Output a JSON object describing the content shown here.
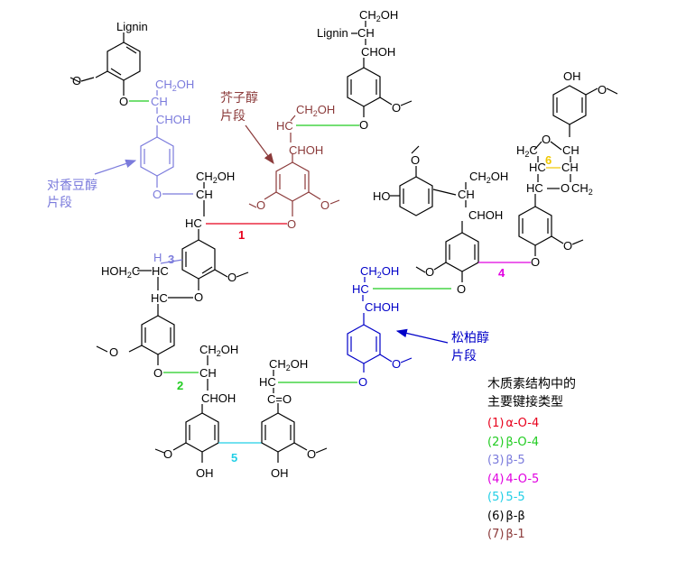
{
  "colors": {
    "black": "#000000",
    "red": "#e8001c",
    "green": "#22cc22",
    "lavender": "#7b7bdc",
    "magenta": "#e100e1",
    "cyan": "#22cfe6",
    "blue": "#0000c8",
    "brown": "#8b3a3a",
    "yellow": "#f0c800"
  },
  "labels": {
    "lignin_top_left": "Lignin",
    "lignin_top": "Lignin",
    "ch2oh": "CH2OH",
    "ch": "CH",
    "choh": "CHOH",
    "hc": "HC",
    "hoh2c": "HOH2C",
    "oh": "OH",
    "ho": "HO",
    "o": "O",
    "h2c": "H2C",
    "h": "H",
    "hc_co": "HC",
    "c_eq_o": "C=O"
  },
  "annotations": {
    "sinapyl": [
      "芥子醇",
      "片段"
    ],
    "coumaryl": [
      "对香豆醇",
      "片段"
    ],
    "coniferyl": [
      "松柏醇",
      "片段"
    ]
  },
  "bond_numbers": {
    "b1": "1",
    "b2": "2",
    "b3": "3",
    "b4": "4",
    "b5": "5",
    "b6": "6"
  },
  "legend": {
    "title_line1": "木质素结构中的",
    "title_line2": "主要键接类型",
    "items": [
      {
        "num": "(1)",
        "text": "α-O-4",
        "color": "#e8001c"
      },
      {
        "num": "(2)",
        "text": "β-O-4",
        "color": "#22cc22"
      },
      {
        "num": "(3)",
        "text": "β-5",
        "color": "#7b7bdc"
      },
      {
        "num": "(4)",
        "text": "4-O-5",
        "color": "#e100e1"
      },
      {
        "num": "(5)",
        "text": "5-5",
        "color": "#22cfe6"
      },
      {
        "num": "(6)",
        "text": "β-β",
        "color": "#000000"
      },
      {
        "num": "(7)",
        "text": "β-1",
        "color": "#8b3a3a"
      }
    ]
  }
}
